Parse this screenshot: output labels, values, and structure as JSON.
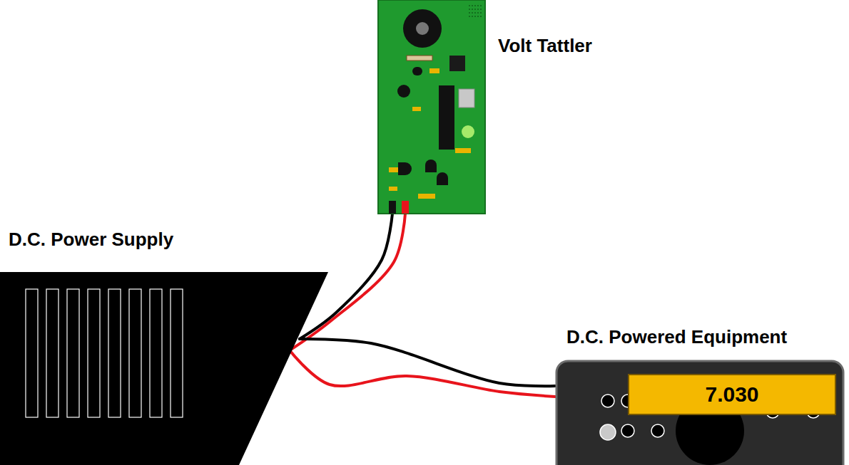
{
  "diagram": {
    "nodes": [
      {
        "text": [
          "Volt Tattler"
        ]
      },
      {
        "text": [
          "D.C. Power Supply"
        ]
      },
      {
        "text": [
          "D.C. Powered Equipment"
        ]
      },
      {
        "text": [
          "7.030"
        ],
        "in": 2
      }
    ],
    "edges": [
      {
        "from": 1,
        "to": 0,
        "arrow": "none"
      },
      {
        "from": 1,
        "to": 0,
        "arrow": "none"
      },
      {
        "from": 1,
        "to": 2,
        "arrow": "none"
      },
      {
        "from": 1,
        "to": 2,
        "arrow": "none"
      }
    ]
  }
}
